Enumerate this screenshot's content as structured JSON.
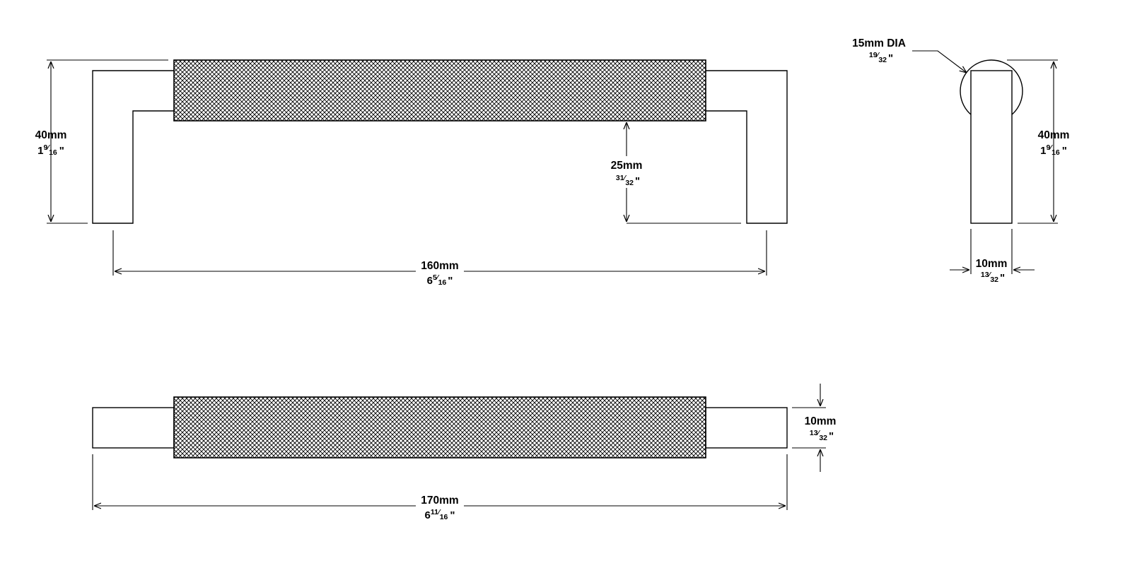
{
  "dims": {
    "top_height": {
      "mm": "40mm",
      "whole": "1",
      "num": "9",
      "den": "16",
      "unit": "\""
    },
    "clearance": {
      "mm": "25mm",
      "whole": "",
      "num": "31",
      "den": "32",
      "unit": "\""
    },
    "center": {
      "mm": "160mm",
      "whole": "6",
      "num": "5",
      "den": "16",
      "unit": "\""
    },
    "side_height": {
      "mm": "40mm",
      "whole": "1",
      "num": "9",
      "den": "16",
      "unit": "\""
    },
    "side_width": {
      "mm": "10mm",
      "whole": "",
      "num": "13",
      "den": "32",
      "unit": "\""
    },
    "diameter": {
      "mm": "15mm DIA",
      "whole": "",
      "num": "19",
      "den": "32",
      "unit": "\""
    },
    "bar_thickness": {
      "mm": "10mm",
      "whole": "",
      "num": "13",
      "den": "32",
      "unit": "\""
    },
    "overall": {
      "mm": "170mm",
      "whole": "6",
      "num": "11",
      "den": "16",
      "unit": "\""
    }
  },
  "colors": {
    "line": "#000000",
    "background": "#ffffff"
  }
}
